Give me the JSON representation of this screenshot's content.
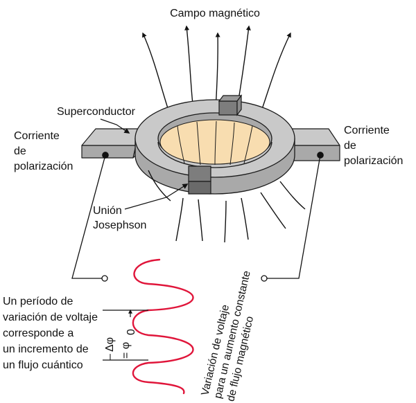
{
  "labels": {
    "field": "Campo magnético",
    "superconductor": "Superconductor",
    "bias_left": [
      "Corriente",
      "de",
      "polarización"
    ],
    "bias_right": [
      "Corriente",
      "de",
      "polarización"
    ],
    "junction": [
      "Unión",
      "Josephson"
    ],
    "period_note": [
      "Un período de",
      "variación de voltaje",
      "corresponde a",
      "un incremento de",
      "un flujo cuántico"
    ],
    "delta_phi": "Δφ",
    "delta_prefix": "–",
    "equals_phi": "= φ",
    "phi_subscript": "0",
    "voltage_caption": [
      "Variación de voltaje",
      "para un aumento constante",
      "de flujo magnético"
    ]
  },
  "colors": {
    "outline": "#1a1a1a",
    "metal_top": "#c9c9c9",
    "metal_side": "#a9a9a9",
    "junction": "#7d7d7d",
    "inner_disc": "#f8ddb0",
    "wave": "#e0153a"
  }
}
